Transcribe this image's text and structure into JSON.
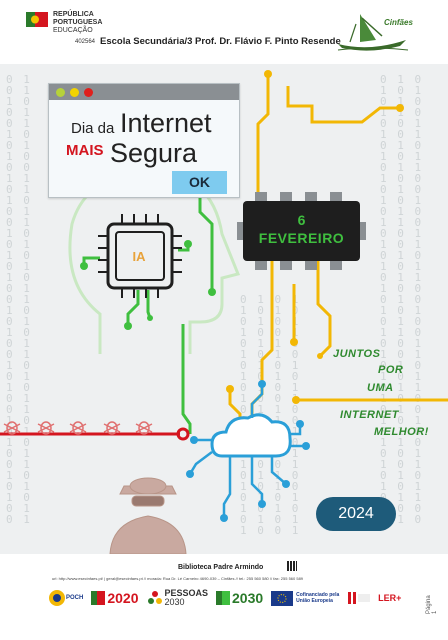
{
  "header": {
    "gov_name_line1": "REPÚBLICA",
    "gov_name_line2": "PORTUGUESA",
    "gov_name_line3": "EDUCAÇÃO",
    "school_code": "402564",
    "school_name": "Escola Secundária/3 Prof. Dr. Flávio F. Pinto Resende",
    "municipality_logo_text": "Cinfães"
  },
  "poster": {
    "browser": {
      "line1_small": "Dia da",
      "line1_big": "Internet",
      "line2_small": "MAIS",
      "line2_big": "Segura",
      "button": "OK"
    },
    "chip": {
      "day": "6",
      "month": "FEVEREIRO"
    },
    "ai_chip_label": "IA",
    "slogan": [
      "JUNTOS",
      "POR",
      "UMA",
      "INTERNET",
      "MELHOR!"
    ],
    "year": "2024",
    "colors": {
      "green": "#3fbf3f",
      "yellow": "#f2b705",
      "red": "#d4151f",
      "blue": "#2a9fd8",
      "dark_blue": "#1e5b7a"
    }
  },
  "footer": {
    "library": "Biblioteca Padre Armindo",
    "contacts": "url: http://www.esecinfaes.pt/ | geral@esecinfaes.pt // morada: Rua Dr. Lé Carneiro 4690-039 – Cinfães // tel.: 255 560 580 // fax: 255 560 589",
    "logos": {
      "poch": "POCH",
      "portugal2020": "2020",
      "pessoas": "PESSOAS",
      "pessoas_year": "2030",
      "portugal2030": "2030",
      "eu_text": "Cofinanciado pela União Europeia",
      "ler": "LER+"
    },
    "page_label": "Página 1"
  }
}
